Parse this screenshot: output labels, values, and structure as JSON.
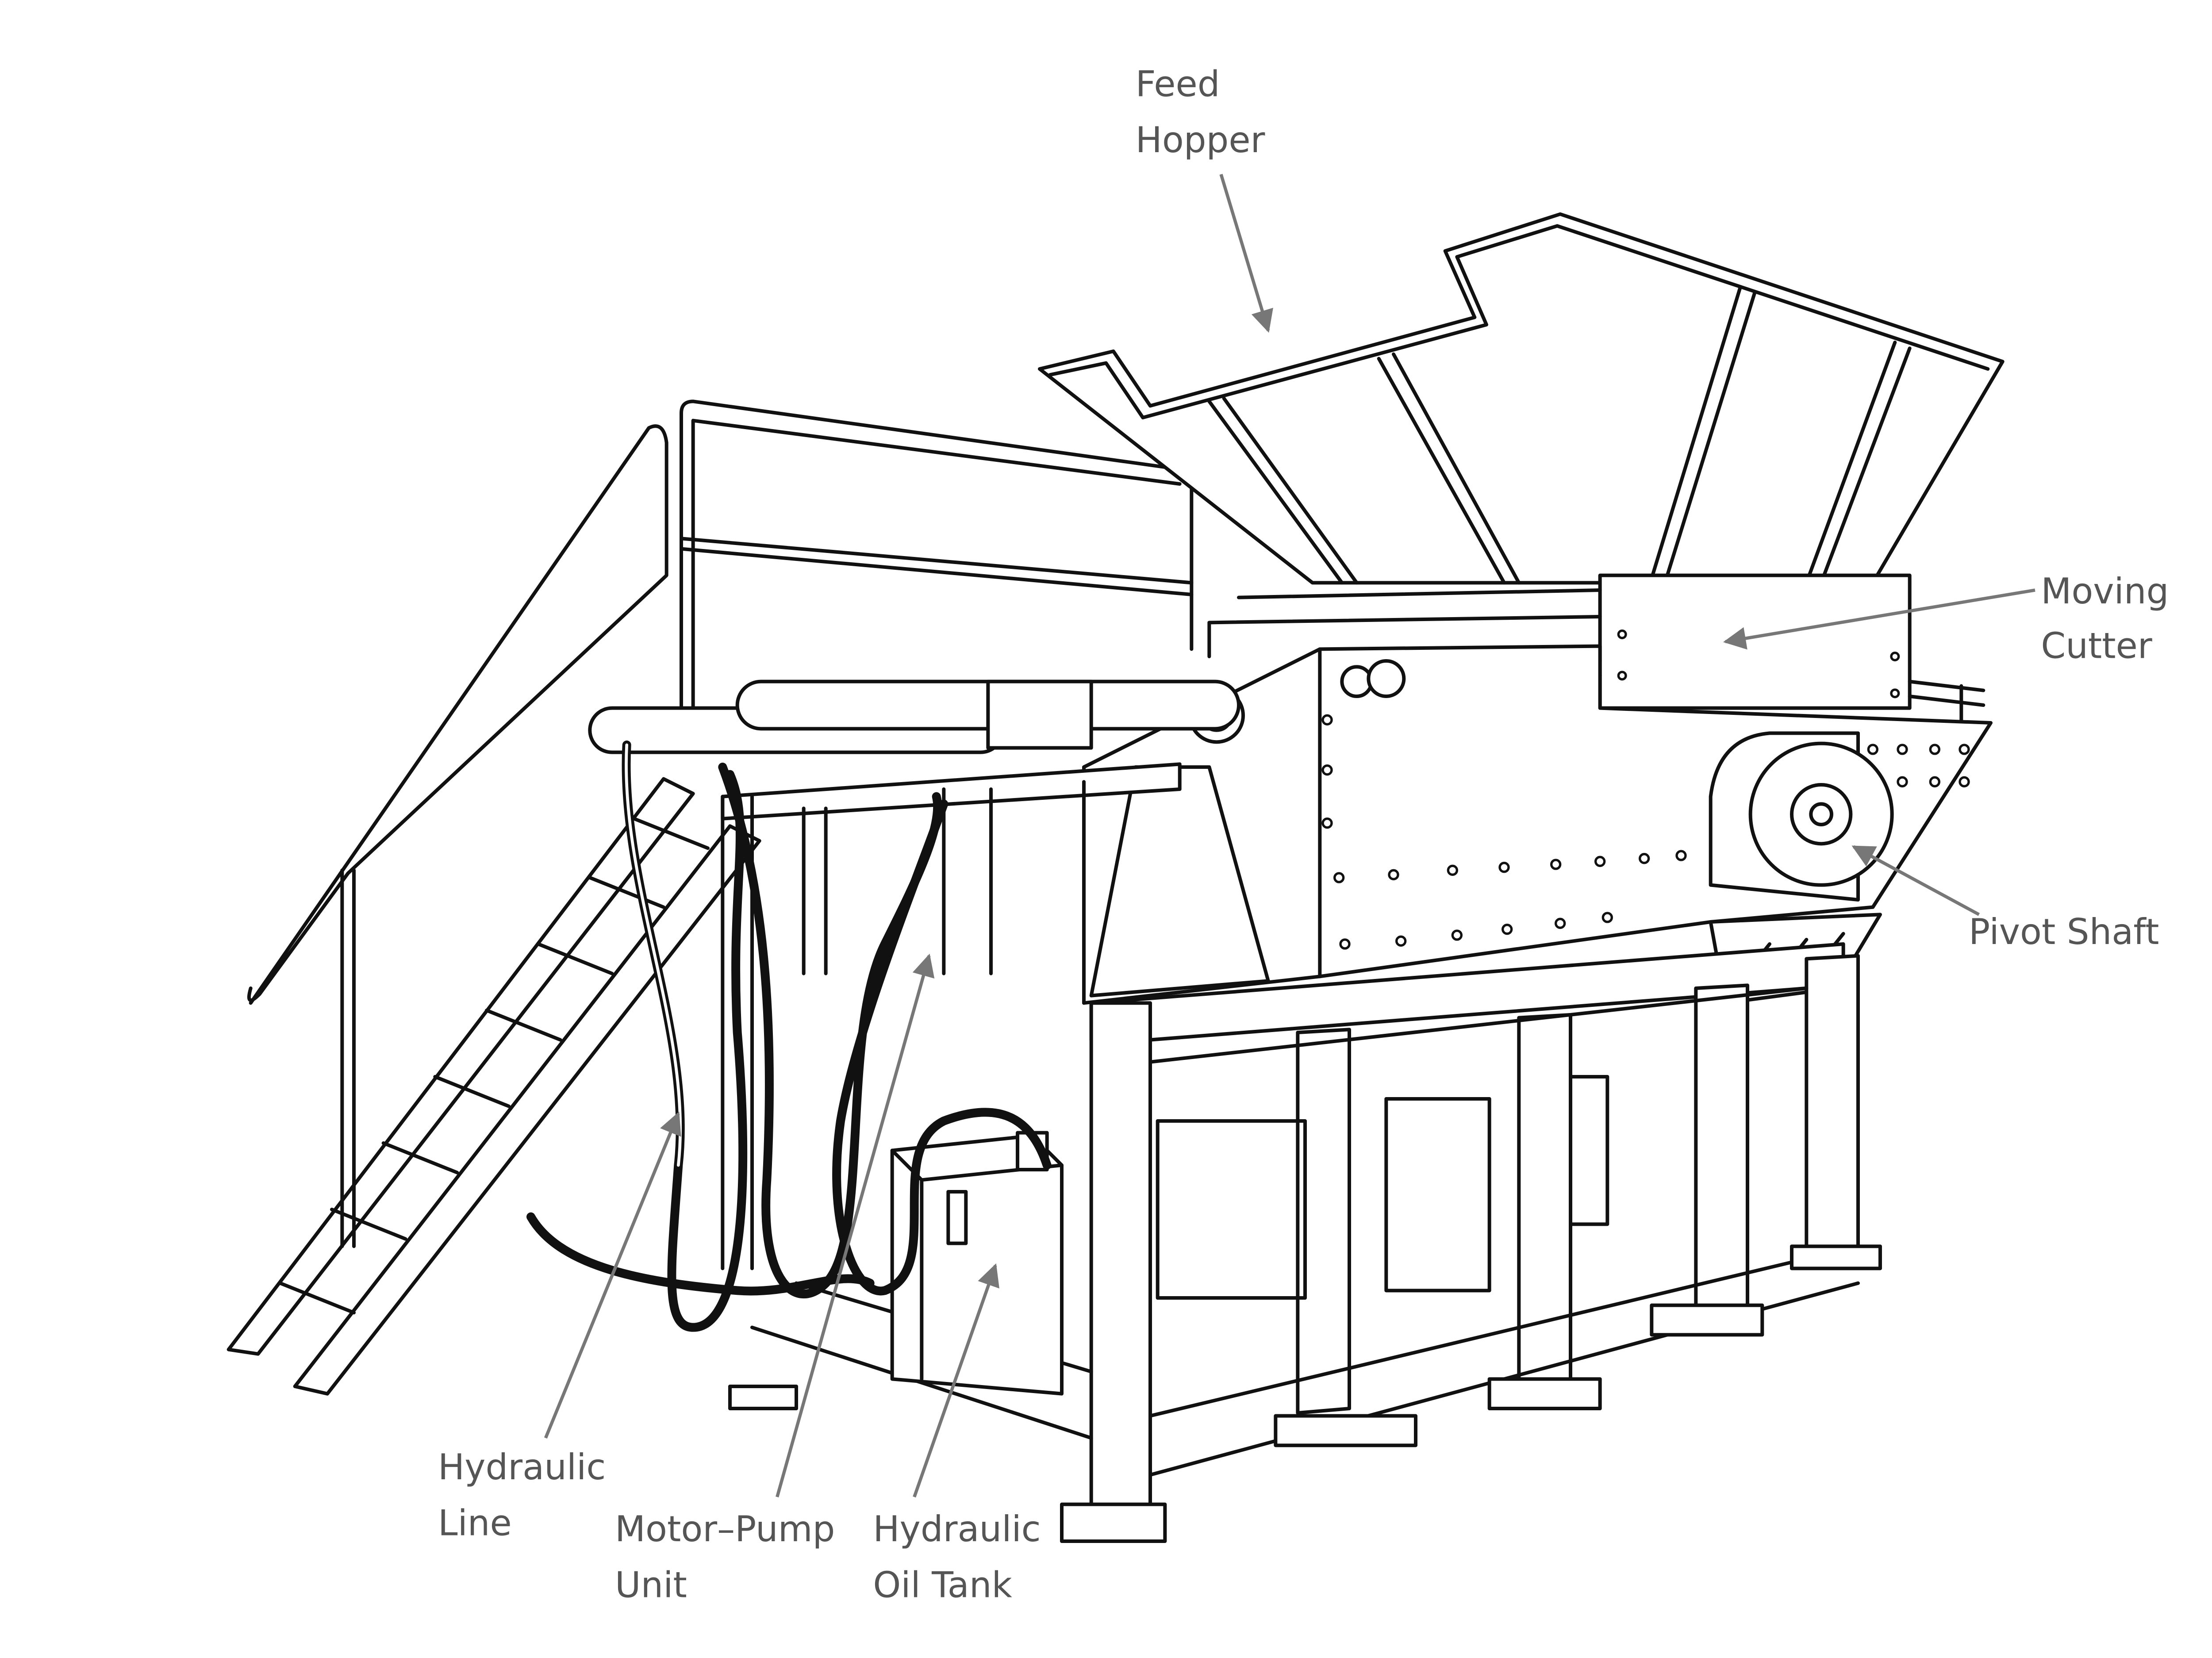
{
  "diagram": {
    "title": "Hydraulic shredder machine components",
    "labels": {
      "feed_hopper": [
        "Feed",
        "Hopper"
      ],
      "moving_cutter": [
        "Moving",
        "Cutter"
      ],
      "pivot_shaft": [
        "Pivot Shaft"
      ],
      "hydraulic_line": [
        "Hydraulic",
        "Line"
      ],
      "motor_pump_unit": [
        "Motor–Pump",
        "Unit"
      ],
      "hydraulic_oil_tank": [
        "Hydraulic",
        "Oil Tank"
      ]
    },
    "colors": {
      "line": "#111111",
      "label": "#555555",
      "leader": "#777777"
    }
  }
}
